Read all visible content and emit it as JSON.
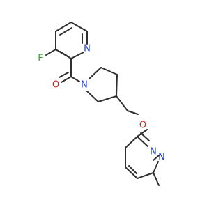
{
  "molecule": {
    "atoms": {
      "F": {
        "symbol": "F",
        "color": "#33a02c"
      },
      "N_pyridine": {
        "symbol": "N",
        "color": "#1f3bd6"
      },
      "O_carbonyl": {
        "symbol": "O",
        "color": "#e31a1c"
      },
      "N_pyrrolidine": {
        "symbol": "N",
        "color": "#1f3bd6"
      },
      "O_ether": {
        "symbol": "O",
        "color": "#e31a1c"
      },
      "N_pyridazine_1": {
        "symbol": "N",
        "color": "#1f3bd6"
      },
      "N_pyridazine_2": {
        "symbol": "N",
        "color": "#1f3bd6"
      }
    },
    "bond_color": "#2f2f2f"
  }
}
